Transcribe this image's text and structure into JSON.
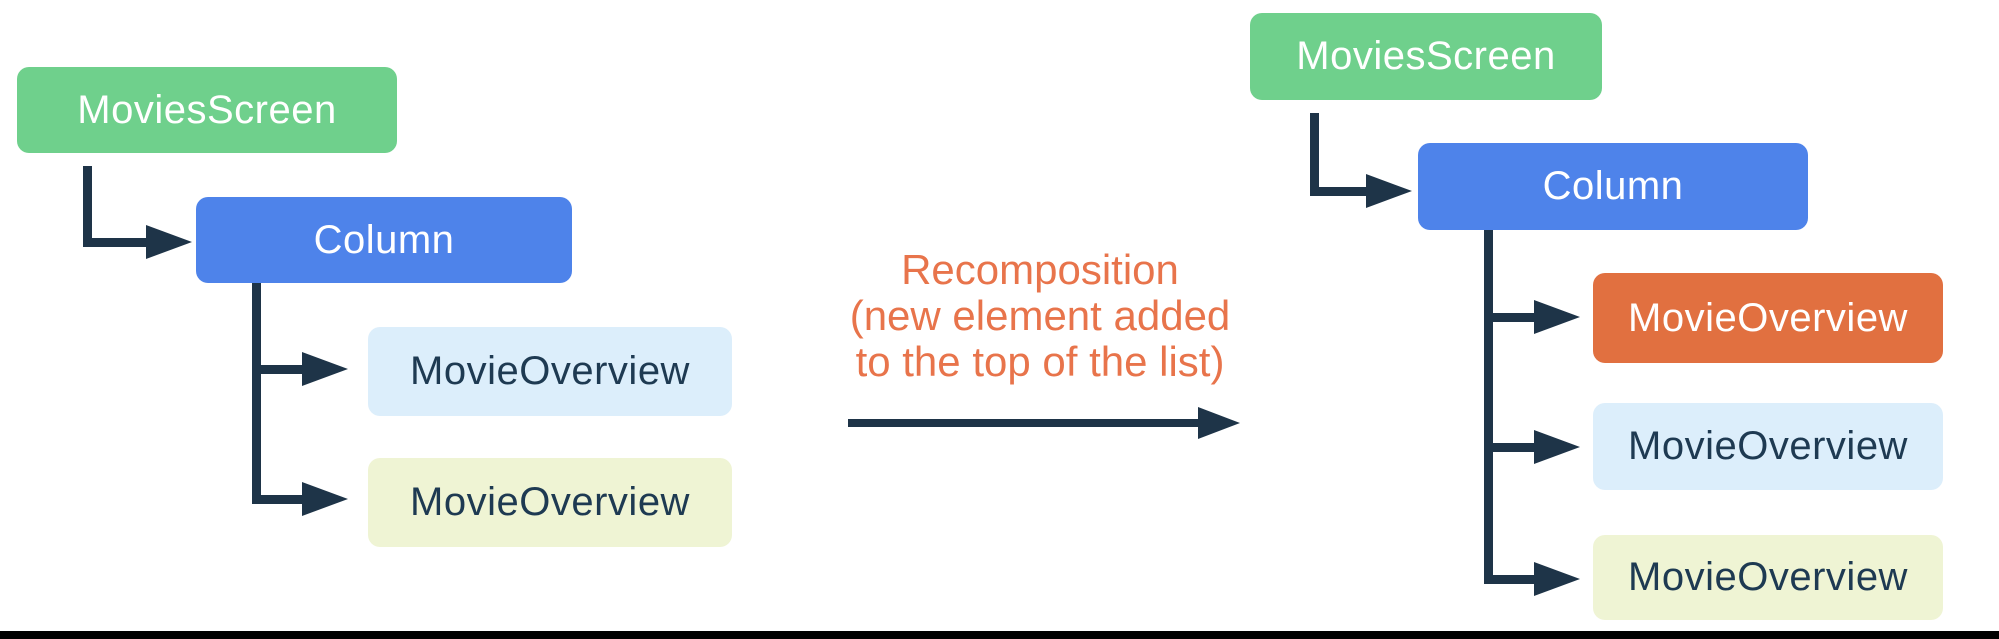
{
  "diagram": {
    "title_hint": "Jetpack Compose recomposition tree diagram",
    "left_tree": {
      "root": {
        "label": "MoviesScreen",
        "color": "#6FD08C"
      },
      "child": {
        "label": "Column",
        "color": "#4E83EA"
      },
      "items": [
        {
          "label": "MovieOverview",
          "color": "#DCEEFB"
        },
        {
          "label": "MovieOverview",
          "color": "#EFF4D4"
        }
      ]
    },
    "transition": {
      "lines": [
        "Recomposition",
        "(new element added",
        "to the top of the list)"
      ],
      "text_color": "#E8744B",
      "arrow_direction": "right"
    },
    "right_tree": {
      "root": {
        "label": "MoviesScreen",
        "color": "#6FD08C"
      },
      "child": {
        "label": "Column",
        "color": "#4E83EA"
      },
      "items": [
        {
          "label": "MovieOverview",
          "color": "#E17040",
          "highlighted": true
        },
        {
          "label": "MovieOverview",
          "color": "#DCEEFB",
          "highlighted": false
        },
        {
          "label": "MovieOverview",
          "color": "#EFF4D4",
          "highlighted": false
        }
      ]
    },
    "colors": {
      "root_green": "#6FD08C",
      "column_blue": "#4E83EA",
      "item_light_blue": "#DCEEFB",
      "item_light_yellow": "#EFF4D4",
      "item_highlight_orange": "#E17040",
      "annotation_orange": "#E8744B",
      "connector_navy": "#1E3448",
      "bottom_bar_black": "#000000"
    }
  }
}
